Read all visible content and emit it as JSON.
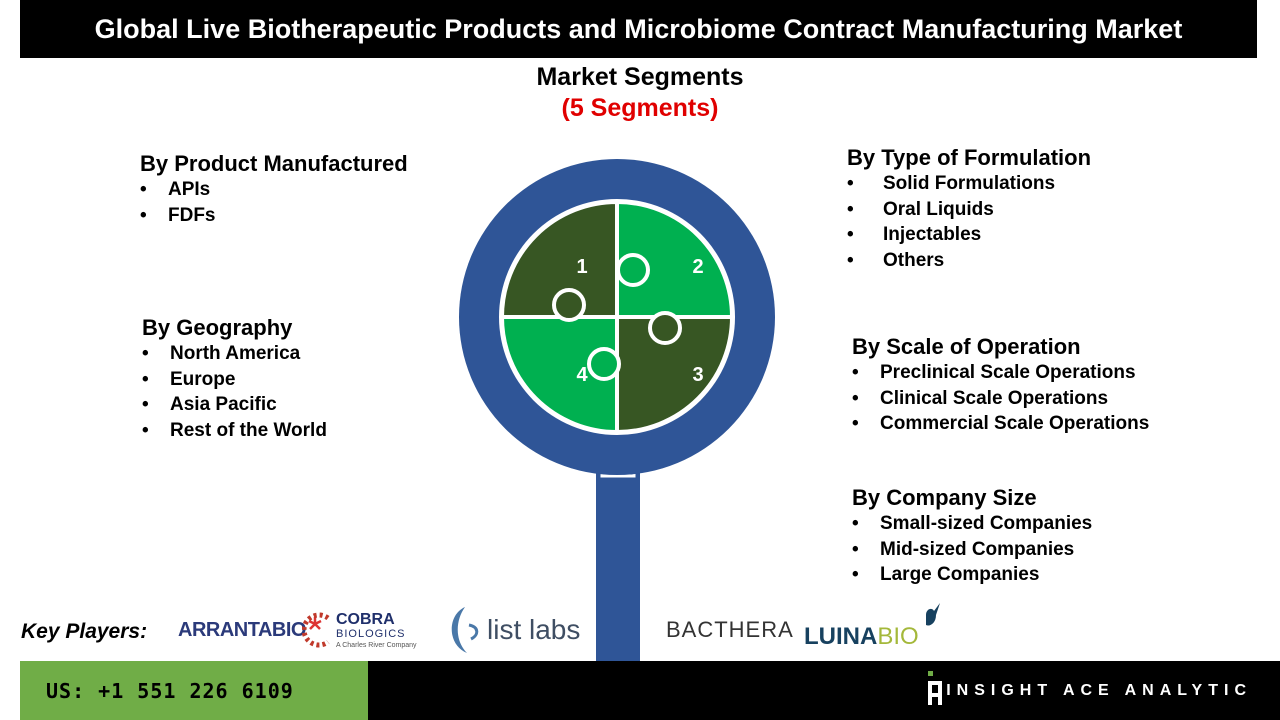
{
  "title": "Global Live Biotherapeutic Products and Microbiome Contract Manufacturing Market",
  "segments_heading": "Market Segments",
  "segments_count": "(5 Segments)",
  "groups": {
    "product": {
      "title": "By Product Manufactured",
      "items": [
        "APIs",
        "FDFs"
      ]
    },
    "geography": {
      "title": "By Geography",
      "items": [
        "North America",
        "Europe",
        "Asia Pacific",
        "Rest of the World"
      ]
    },
    "formulation": {
      "title": "By Type of Formulation",
      "items": [
        "Solid Formulations",
        "Oral Liquids",
        "Injectables",
        "Others"
      ]
    },
    "scale": {
      "title": "By Scale of Operation",
      "items": [
        "Preclinical Scale Operations",
        "Clinical Scale Operations",
        "Commercial Scale Operations"
      ]
    },
    "company": {
      "title": "By Company Size",
      "items": [
        "Small-sized Companies",
        "Mid-sized Companies",
        "Large Companies"
      ]
    }
  },
  "puzzle_numbers": [
    "1",
    "2",
    "3",
    "4"
  ],
  "key_players_label": "Key Players:",
  "key_players": [
    "ARRANTABIO",
    "COBRA",
    "BIOLOGICS",
    "A Charles River Company",
    "list labs",
    "BACTHERA",
    "LUINA",
    "BIO"
  ],
  "phone": "US: +1 551 226 6109",
  "brand": "INSIGHT ACE ANALYTIC",
  "colors": {
    "ring": "#2f5597",
    "dark_green": "#375623",
    "green": "#00b050",
    "phone_bg": "#70ad47",
    "segments_count": "#e00000"
  }
}
